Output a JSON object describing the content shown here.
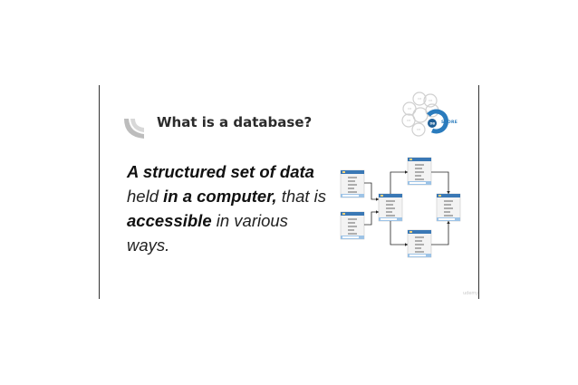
{
  "slide": {
    "title": "What is a database?",
    "definition": {
      "part1": "A structured set of data",
      "part2": "held",
      "part3": "in a computer,",
      "part4": "that is",
      "part5": "accessible",
      "part6": "in various",
      "part7": "ways."
    },
    "logo": {
      "word": "STORE",
      "icon": "cloud-database-logo-icon"
    },
    "watermark": "udemy",
    "diagram_icon": "relational-tables-diagram-icon"
  },
  "colors": {
    "accent": "#2a7bbd",
    "title_deco": "#bdbdbd",
    "table_header": "#3a78b5",
    "table_bg": "#f3f3f3",
    "table_highlight": "#f2d27a"
  }
}
